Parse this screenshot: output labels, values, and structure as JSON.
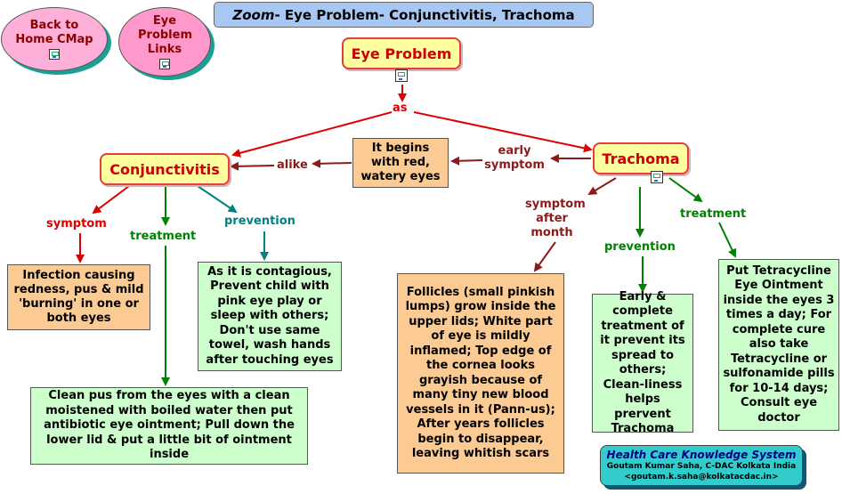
{
  "nav": {
    "back_home": "Back to Home CMap",
    "eye_links": "Eye Problem Links"
  },
  "title": {
    "italic": "Zoom",
    "rest": "- Eye Problem- Conjunctivitis, Trachoma"
  },
  "concepts": {
    "eye_problem": "Eye Problem",
    "conjunctivitis": "Conjunctivitis",
    "trachoma": "Trachoma"
  },
  "links": {
    "as": "as",
    "alike": "alike",
    "early_symptom": "early symptom",
    "symptom_left": "symptom",
    "treatment_left": "treatment",
    "prevention_left": "prevention",
    "symptom_after_month": "symptom after month",
    "prevention_right": "prevention",
    "treatment_right": "treatment"
  },
  "boxes": {
    "red_watery": "It begins with red, watery eyes",
    "infection": "Infection causing redness, pus & mild 'burning' in one or both eyes",
    "contagious": "As it is contagious, Prevent child with pink eye play or sleep with others; Don't use same towel, wash hands after touching eyes",
    "clean_pus": "Clean pus from the eyes with a clean moistened with boiled water then put antibiotic eye ointment; Pull down the lower lid & put a little bit of ointment inside",
    "follicles": "Follicles (small pinkish lumps) grow inside the upper lids; White part of eye is mildly inflamed; Top edge of the cornea looks grayish because of many tiny new blood vessels in it (Pann-us);  After years follicles begin to disappear, leaving whitish scars",
    "early_complete": "Early & complete treatment of it prevent its spread to others; Clean-liness helps prervent Trachoma",
    "tetracycline": "Put Tetracycline Eye Ointment inside the eyes 3 times a day; For complete cure also take Tetracycline or sulfonamide pills for 10-14 days; Consult eye doctor"
  },
  "credit": {
    "system": "Health Care Knowledge System",
    "author": "Goutam Kumar Saha, C-DAC Kolkata India",
    "email": "<goutam.k.saha@kolkatacdac.in>"
  },
  "colors": {
    "red_link": "#dd0000",
    "brown_link": "#8b1a1a",
    "green_link": "#008000",
    "teal_link": "#008080",
    "concept_fill": "#ffffa0",
    "peach_fill": "#fccb94",
    "green_fill": "#ccffcc",
    "title_fill": "#a8c8f4",
    "credit_fill": "#33cccc"
  }
}
